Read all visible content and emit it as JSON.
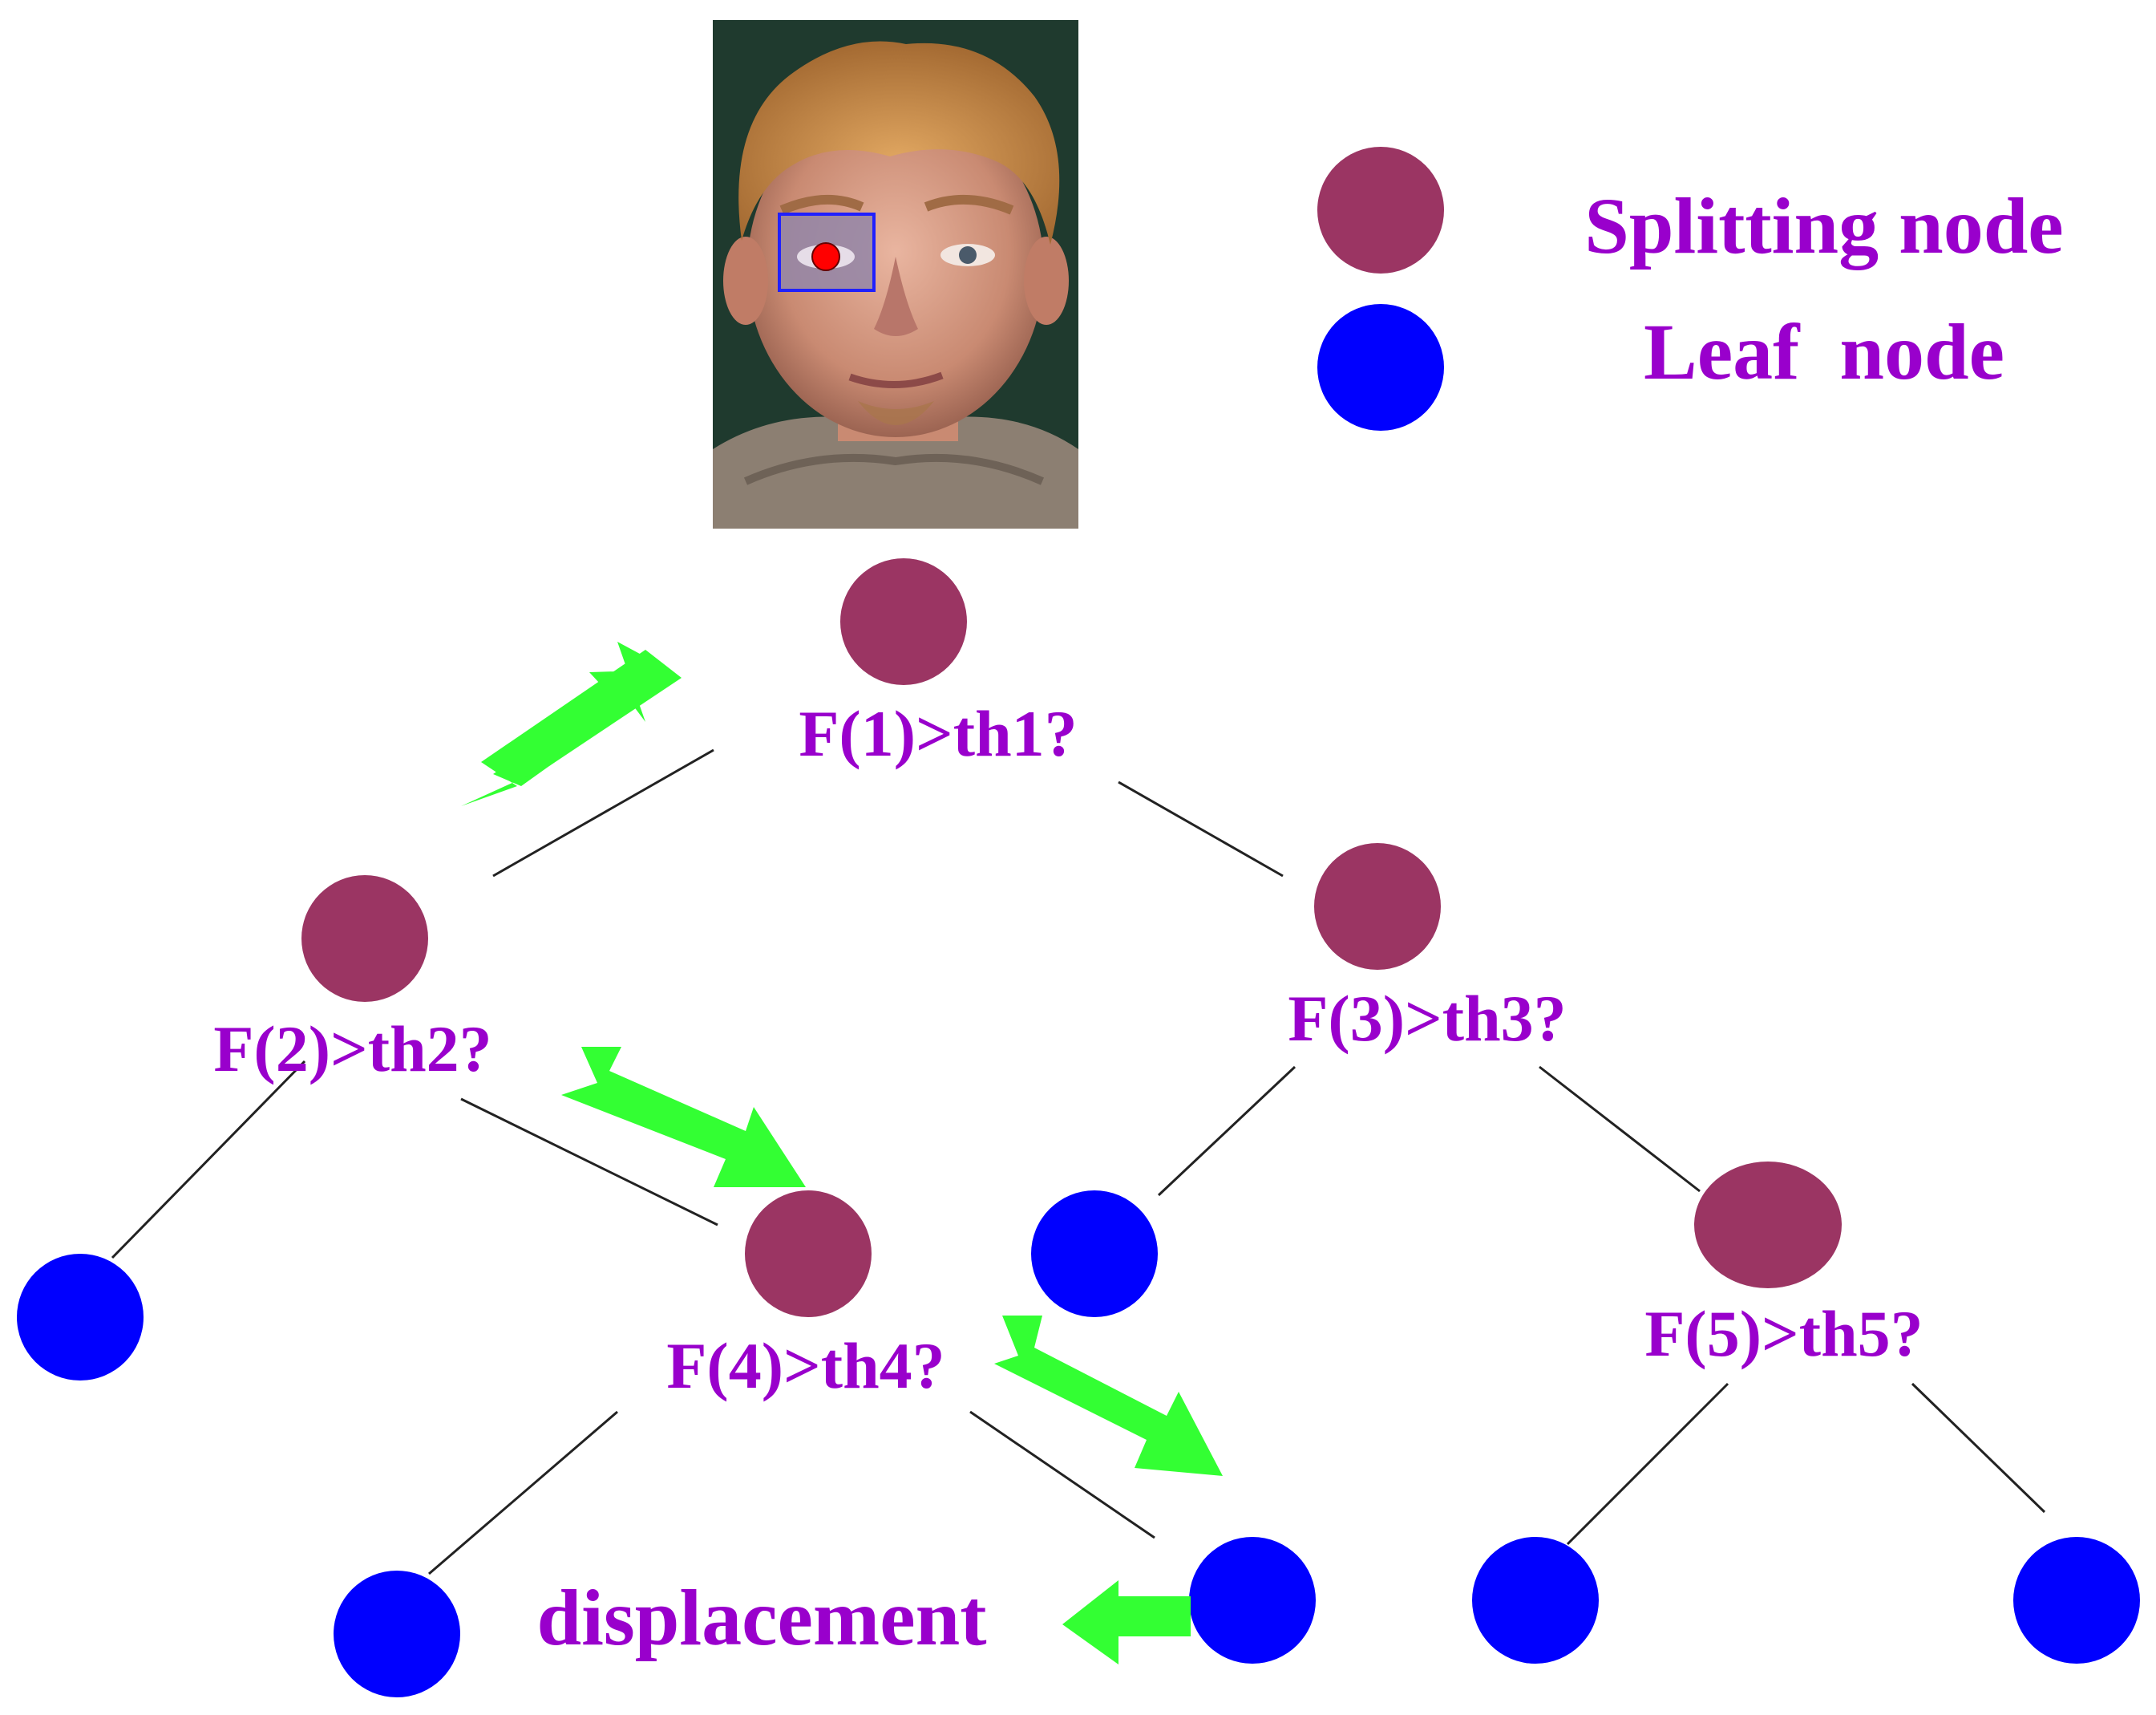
{
  "legend": {
    "splitting_label": "Splitting node",
    "leaf_label": "Leaf  node"
  },
  "tree": {
    "split_labels": {
      "n1": "F(1)>th1?",
      "n2": "F(2)>th2?",
      "n3": "F(3)>th3?",
      "n4": "F(4)>th4?",
      "n5": "F(5)>th5?"
    },
    "output_label": "displacement"
  },
  "colors": {
    "splitting_node": "#9b3563",
    "leaf_node": "#0000ff",
    "label_text": "#9900cc",
    "arrow": "#33ff33",
    "edge": "#222222",
    "photo_background": "#1f3a2e",
    "eye_box": "#2020ff",
    "eye_point": "#ff0000"
  },
  "icons": {
    "photo": "face-photo",
    "eye_marker": "eye-landmark-marker",
    "path_arrow": "green-arrow-icon"
  }
}
